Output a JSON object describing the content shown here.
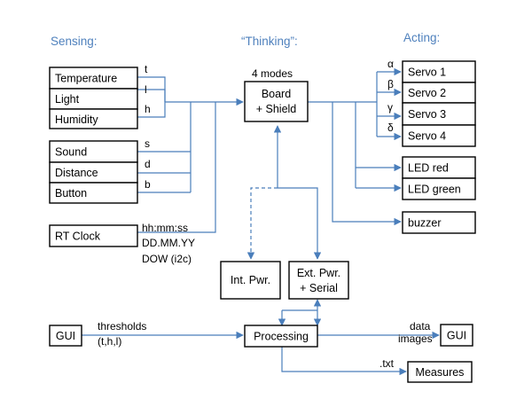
{
  "headings": {
    "sensing": "Sensing:",
    "thinking": "“Thinking”:",
    "acting": "Acting:"
  },
  "board": {
    "modes": "4 modes",
    "line1": "Board",
    "line2": "+ Shield"
  },
  "sensors_group_1": {
    "temperature": "Temperature",
    "light": "Light",
    "humidity": "Humidity",
    "temperature_var": "t",
    "light_var": "l",
    "humidity_var": "h"
  },
  "sensors_group_2": {
    "sound": "Sound",
    "distance": "Distance",
    "button": "Button",
    "sound_var": "s",
    "distance_var": "d",
    "button_var": "b"
  },
  "clock": {
    "label": "RT Clock",
    "line1": "hh:mm:ss",
    "line2": "DD.MM.YY",
    "line3": "DOW  (i2c)"
  },
  "servos": {
    "servo1": "Servo 1",
    "servo2": "Servo 2",
    "servo3": "Servo 3",
    "servo4": "Servo 4",
    "alpha": "α",
    "beta": "β",
    "gamma": "γ",
    "delta": "δ"
  },
  "leds": {
    "red": "LED red",
    "green": "LED green"
  },
  "buzzer": "buzzer",
  "power": {
    "internal": "Int. Pwr.",
    "external_line1": "Ext. Pwr.",
    "external_line2": "+ Serial"
  },
  "pc": {
    "gui_left": "GUI",
    "thresholds": "thresholds",
    "thresholds_vars": "(t,h,l)",
    "processing": "Processing",
    "data": "data",
    "images": "images",
    "gui_right": "GUI",
    "txt": ".txt",
    "measures": "Measures"
  },
  "colors": {
    "heading": "#4f81bd",
    "wire": "#4a7ebb",
    "box_stroke": "#000000"
  }
}
